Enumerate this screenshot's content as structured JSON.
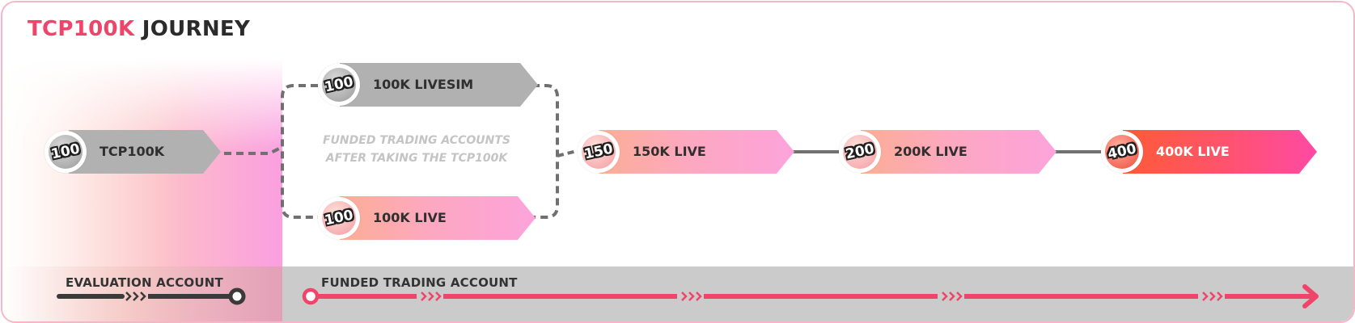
{
  "title": {
    "accent": "TCP100K",
    "rest": "JOURNEY"
  },
  "note": {
    "line1": "FUNDED TRADING ACCOUNTS",
    "line2": "AFTER TAKING THE TCP100K"
  },
  "nodes": {
    "tcp100k": {
      "badge": "100",
      "label": "TCP100K"
    },
    "livesim": {
      "badge": "100",
      "label": "100K LIVESIM"
    },
    "live100": {
      "badge": "100",
      "label": "100K LIVE"
    },
    "live150": {
      "badge": "150",
      "label": "150K LIVE"
    },
    "live200": {
      "badge": "200",
      "label": "200K LIVE"
    },
    "live400": {
      "badge": "400",
      "label": "400K LIVE"
    }
  },
  "timeline": {
    "evaluation_label": "EVALUATION ACCOUNT",
    "funded_label": "FUNDED TRADING ACCOUNT"
  },
  "colors": {
    "accent": "#f0456a",
    "gray_node": "#b1b1b1",
    "peach": "#fcae94",
    "pink": "#fda3dc",
    "orange": "#ff5a36",
    "hot_pink": "#ff4aa3",
    "band_gray": "#cbcbcb"
  }
}
